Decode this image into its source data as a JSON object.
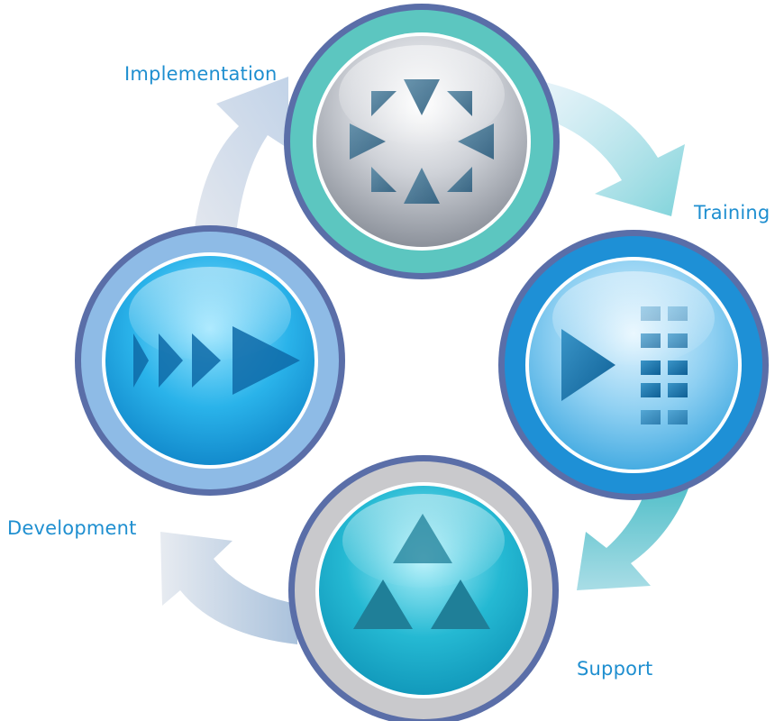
{
  "stages": [
    {
      "id": "implementation",
      "label": "Implementation",
      "ring_color": "#5cc6c0",
      "face_color": "grey",
      "icon": "eight-arrows-converging-icon"
    },
    {
      "id": "training",
      "label": "Training",
      "ring_color": "#1e90d6",
      "face_color": "blue",
      "icon": "play-grid-icon"
    },
    {
      "id": "support",
      "label": "Support",
      "ring_color": "#c9c9cc",
      "face_color": "teal",
      "icon": "three-triangles-icon"
    },
    {
      "id": "development",
      "label": "Development",
      "ring_color": "#8ebbe6",
      "face_color": "blue",
      "icon": "fast-forward-icon"
    }
  ],
  "label_color": "#1f8fd0",
  "outer_rim_color": "#5a6ea8",
  "cycle_direction": "clockwise",
  "arrows": [
    {
      "from": "implementation",
      "to": "training",
      "color": "#7fd3da"
    },
    {
      "from": "training",
      "to": "support",
      "color": "#49bcc6"
    },
    {
      "from": "support",
      "to": "development",
      "color": "#c6d3e6"
    },
    {
      "from": "development",
      "to": "implementation",
      "color": "#d3dbe6"
    }
  ]
}
